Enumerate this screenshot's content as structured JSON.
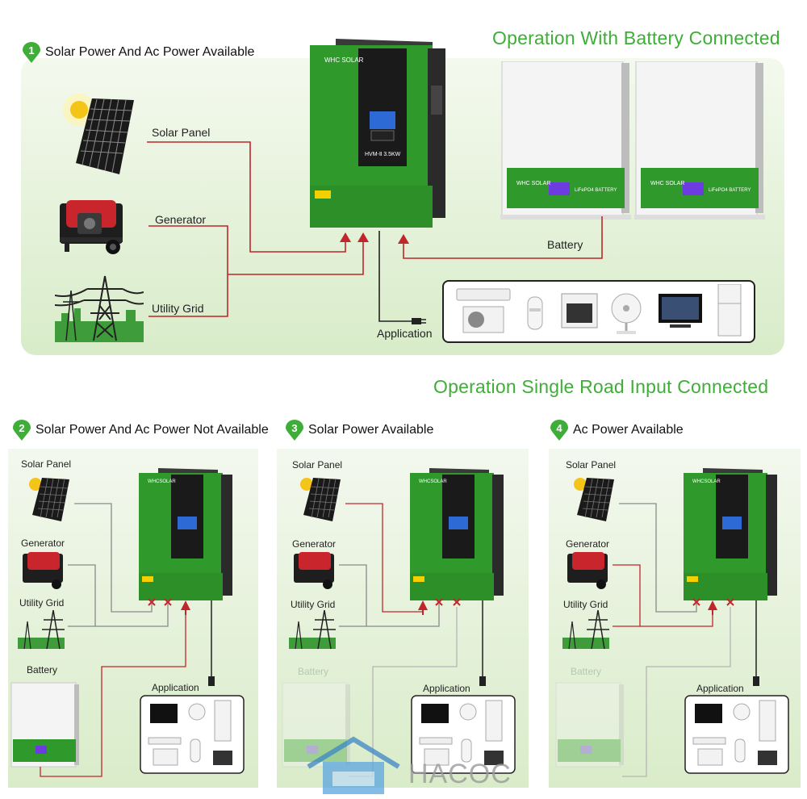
{
  "top": {
    "title": "Operation With Battery Connected",
    "step": {
      "num": "1",
      "label": "Solar Power And Ac Power Available"
    },
    "labels": {
      "solar": "Solar Panel",
      "generator": "Generator",
      "grid": "Utility Grid",
      "battery": "Battery",
      "application": "Application"
    },
    "inverter": {
      "brand": "WHC SOLAR",
      "model": "HVM-Ⅱ 3.5KW"
    },
    "battery_brand": "WHC SOLAR",
    "battery_type": "LiFePO4 BATTERY"
  },
  "bottom": {
    "title": "Operation Single Road Input Connected",
    "steps": [
      {
        "num": "2",
        "label": "Solar Power And Ac Power Not Available"
      },
      {
        "num": "3",
        "label": "Solar Power Available"
      },
      {
        "num": "4",
        "label": "Ac Power Available"
      }
    ],
    "labels": {
      "solar": "Solar Panel",
      "generator": "Generator",
      "grid": "Utility Grid",
      "battery": "Battery",
      "application": "Application"
    },
    "inverter_brand": "WHCSOLAR"
  },
  "watermark": "HACOC",
  "colors": {
    "accent_green": "#3fae38",
    "inverter_green": "#2f9a2b",
    "wire_red": "#c0262b",
    "wire_gray": "#8a8a8a"
  }
}
